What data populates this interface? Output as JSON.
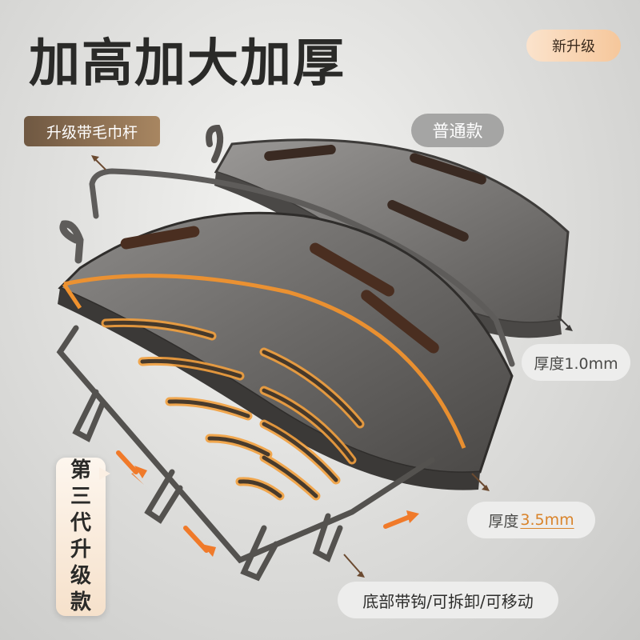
{
  "headline": "加高加大加厚",
  "badges": {
    "new_upgrade": "新升级",
    "towel_bar": "升级带毛巾杆",
    "normal_model": "普通款",
    "thickness_normal": "厚度1.0mm",
    "thickness_upgrade_label": "厚度",
    "thickness_upgrade_value": "3.5mm",
    "bottom_features": "底部带钩/可拆卸/可移动"
  },
  "generation_chars": [
    "第",
    "三",
    "代",
    "升",
    "级",
    "款"
  ],
  "colors": {
    "accent_orange": "#f0922e",
    "bronze": "#8a6a4a",
    "shelf_dark": "#5c5a58"
  }
}
